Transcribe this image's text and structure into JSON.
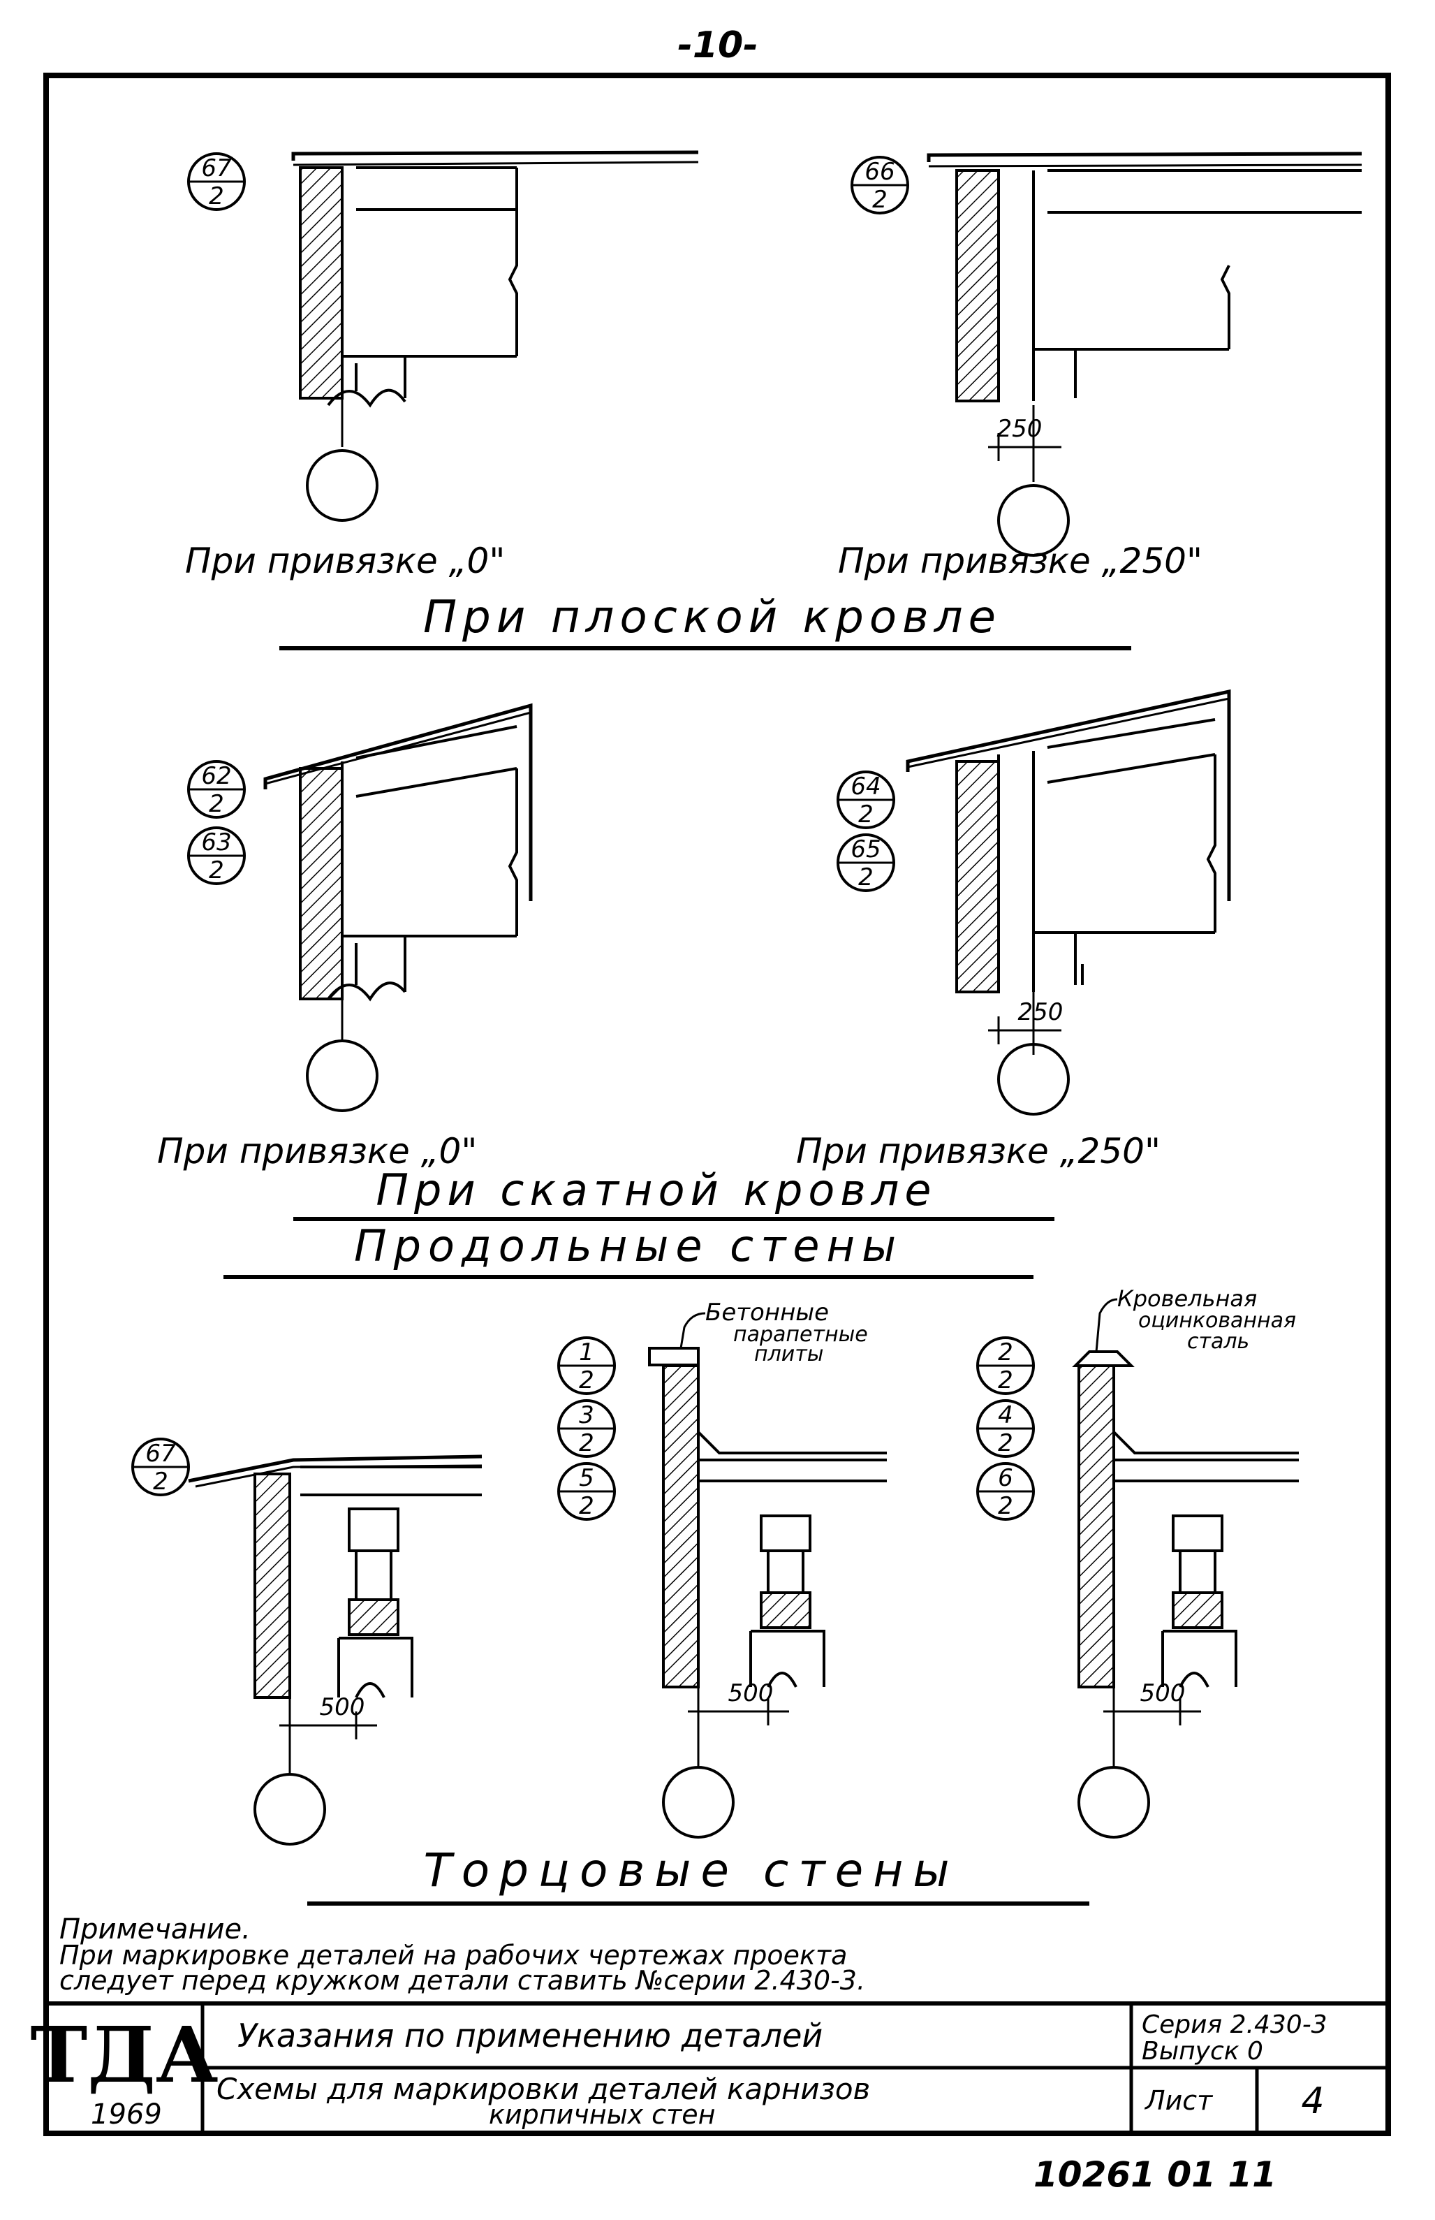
{
  "page_number": "-10-",
  "sheet_code": "10261 01 11",
  "diagrams": {
    "flat": {
      "left": {
        "marks": [
          {
            "top": "67",
            "bottom": "2"
          }
        ],
        "caption": "При привязке „0\""
      },
      "right": {
        "marks": [
          {
            "top": "66",
            "bottom": "2"
          }
        ],
        "dimension": "250",
        "caption": "При привязке „250\""
      },
      "heading": "При плоской кровле"
    },
    "pitched": {
      "left": {
        "marks": [
          {
            "top": "62",
            "bottom": "2"
          },
          {
            "top": "63",
            "bottom": "2"
          }
        ],
        "caption": "При привязке „0\""
      },
      "right": {
        "marks": [
          {
            "top": "64",
            "bottom": "2"
          },
          {
            "top": "65",
            "bottom": "2"
          }
        ],
        "dimension": "250",
        "caption": "При привязке „250\""
      },
      "heading": "При скатной кровле"
    },
    "longitudinal_heading": "Продольные стены",
    "end_walls": {
      "left": {
        "marks": [
          {
            "top": "67",
            "bottom": "2"
          }
        ],
        "dimension": "500"
      },
      "middle": {
        "marks": [
          {
            "top": "1",
            "bottom": "2"
          },
          {
            "top": "3",
            "bottom": "2"
          },
          {
            "top": "5",
            "bottom": "2"
          }
        ],
        "dimension": "500",
        "label": [
          "Бетонные",
          "парапетные",
          "плиты"
        ]
      },
      "right": {
        "marks": [
          {
            "top": "2",
            "bottom": "2"
          },
          {
            "top": "4",
            "bottom": "2"
          },
          {
            "top": "6",
            "bottom": "2"
          }
        ],
        "dimension": "500",
        "label": [
          "Кровельная",
          "оцинкованная",
          "сталь"
        ]
      },
      "heading": "Торцовые стены"
    }
  },
  "note": {
    "title": "Примечание.",
    "line1": "При маркировке деталей на рабочих чертежах проекта",
    "line2": "следует перед кружком детали ставить №серии 2.430-3."
  },
  "title_block": {
    "logo": "ТДА",
    "year": "1969",
    "title": "Указания по применению деталей",
    "subtitle_line1": "Схемы для маркировки деталей карнизов",
    "subtitle_line2": "кирпичных стен",
    "series": "Серия 2.430-3",
    "issue": "Выпуск 0",
    "sheet_label": "Лист",
    "sheet_number": "4"
  }
}
